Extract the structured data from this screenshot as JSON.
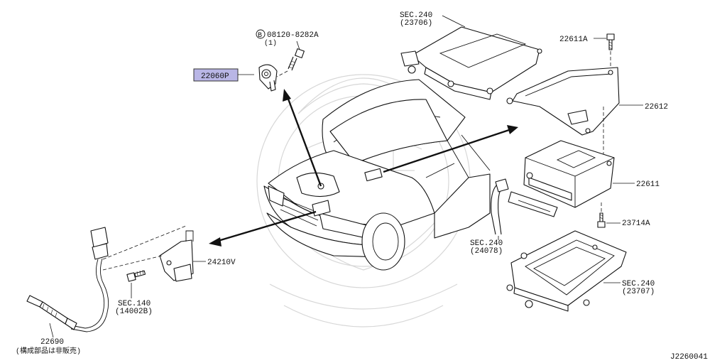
{
  "callouts": {
    "sensor": "22060P",
    "bolt_code": "08120-8282A",
    "bolt_qty": "(1)",
    "bolt_marker": "B",
    "bolt_top_right": "22611A",
    "bracket": "22612",
    "ecm": "22611",
    "bolt_lower_right": "23714A",
    "cover_bracket": "24210V",
    "sec140": "SEC.140",
    "sec140_ref": "(14002B)",
    "oxygen_sensor": "22690",
    "not_sold": "(構成部品は非販売)",
    "sec240_top": "SEC.240",
    "sec240_top_ref": "(23706)",
    "sec240_mid": "SEC.240",
    "sec240_mid_ref": "(24078)",
    "sec240_bottom": "SEC.240",
    "sec240_bottom_ref": "(23707)",
    "diagram_id": "J2260041"
  },
  "colors": {
    "highlight": "#b9b6e6",
    "ink": "#111111",
    "watermark": "#d7d7d7"
  }
}
